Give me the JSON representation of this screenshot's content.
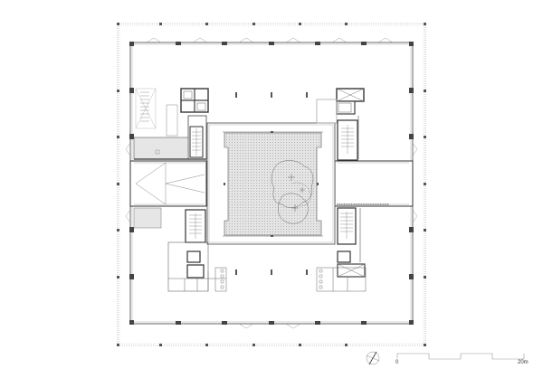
{
  "drawing": {
    "type": "architectural floor plan",
    "elements": [
      "outer-grid-line",
      "facade",
      "atrium-courtyard",
      "courtyard-trees",
      "east-west-bridge",
      "stair-cores",
      "elevator-shafts",
      "restrooms",
      "structural-columns"
    ]
  },
  "north_arrow": {
    "icon": "north-arrow-icon"
  },
  "scale_bar": {
    "start_label": "0",
    "end_label": "20m"
  },
  "colors": {
    "line": "#3a3a3a",
    "wall": "#555555",
    "hatch_fill": "#d8d8d8",
    "light_fill": "#eeeeee",
    "grid": "#9a9a9a"
  }
}
